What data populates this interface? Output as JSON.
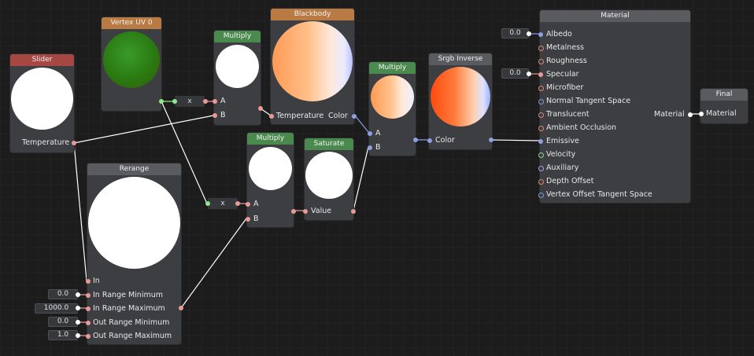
{
  "nodes": {
    "slider": {
      "title": "Slider",
      "output": "Temperature"
    },
    "vertex_uv": {
      "title": "Vertex UV 0"
    },
    "multiply1": {
      "title": "Multiply",
      "in_a": "A",
      "in_b": "B"
    },
    "blackbody": {
      "title": "Blackbody",
      "input": "Temperature",
      "output": "Color"
    },
    "multiply2": {
      "title": "Multiply",
      "in_a": "A",
      "in_b": "B"
    },
    "multiply3": {
      "title": "Multiply",
      "in_a": "A",
      "in_b": "B"
    },
    "saturate": {
      "title": "Saturate",
      "input": "Value"
    },
    "srgb": {
      "title": "Srgb Inverse",
      "input": "Color"
    },
    "swizzle1": {
      "label": "x"
    },
    "swizzle2": {
      "label": "x"
    },
    "rerange": {
      "title": "Rerange",
      "inputs": [
        "In",
        "In Range Minimum",
        "In Range Maximum",
        "Out Range Minimum",
        "Out Range Maximum"
      ],
      "values": [
        "0.0",
        "1000.0",
        "0.0",
        "1.0"
      ]
    },
    "material": {
      "title": "Material",
      "output": "Material",
      "albedo_value": "0.0",
      "specular_value": "0.0",
      "inputs": [
        "Albedo",
        "Metalness",
        "Roughness",
        "Specular",
        "Microfiber",
        "Normal Tangent Space",
        "Translucent",
        "Ambient Occlusion",
        "Emissive",
        "Velocity",
        "Auxiliary",
        "Depth Offset",
        "Vertex Offset Tangent Space"
      ]
    },
    "final": {
      "title": "Final",
      "input": "Material"
    }
  },
  "colors": {
    "header_green": "#4a8a4e",
    "header_orange": "#b97a44",
    "header_red": "#a64743",
    "header_gray": "#5a5b5e"
  }
}
